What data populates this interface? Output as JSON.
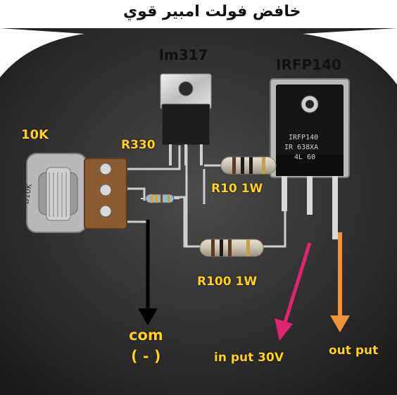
{
  "title": "خافض فولت امبير قوي",
  "labels": {
    "regulator": "lm317",
    "mosfet": "IRFP140",
    "pot": "10K",
    "r_small": "R330",
    "r10": "R10 1W",
    "r100": "R100 1W",
    "com": "com",
    "com_sign": "( - )",
    "input": "in put 30V",
    "output": "out put"
  },
  "component_text": {
    "pot_marking": "B10K",
    "mosfet_line1": "IRFP140",
    "mosfet_line2": "IR 638XA",
    "mosfet_line3": "4L   60"
  },
  "colors": {
    "background": "#ffffff",
    "label_yellow": "#ffd21a",
    "arrow_black": "#000000",
    "arrow_pink": "#e0246f",
    "arrow_orange": "#f39237"
  }
}
